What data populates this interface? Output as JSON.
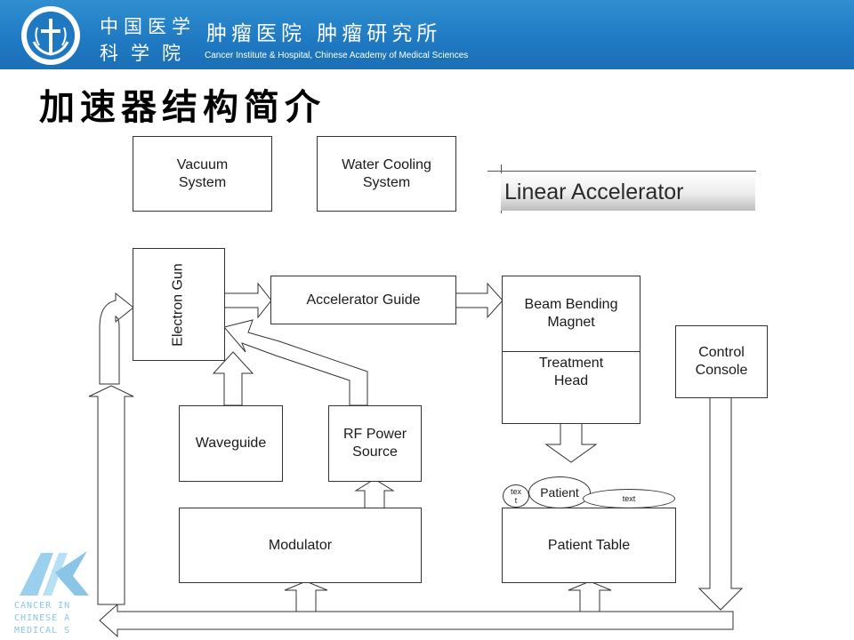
{
  "header": {
    "org_cn_line1": "中国医学",
    "org_cn_line2": "科学院",
    "hospital_cn": "肿瘤医院  肿瘤研究所",
    "hospital_en": "Cancer Institute & Hospital, Chinese Academy of Medical Sciences"
  },
  "slide": {
    "title": "加速器结构简介"
  },
  "diagram": {
    "legend_label": "Linear Accelerator",
    "boxes": {
      "vacuum": "Vacuum\nSystem",
      "water_cooling": "Water Cooling\nSystem",
      "electron_gun": "Electron Gun",
      "accelerator_guide": "Accelerator Guide",
      "beam_bending_magnet": "Beam Bending\nMagnet",
      "treatment_head": "Treatment\nHead",
      "control_console": "Control\nConsole",
      "waveguide": "Waveguide",
      "rf_power_source": "RF Power\nSource",
      "modulator": "Modulator",
      "patient_table": "Patient Table"
    },
    "ellipses": {
      "small_text": "tex\nt",
      "patient": "Patient",
      "wide_text": "text"
    }
  },
  "watermark": {
    "line1": "CANCER IN",
    "line2": "CHINESE A",
    "line3": "MEDICAL S"
  },
  "colors": {
    "banner": "#1f79c2",
    "watermark": "#8ac5e8"
  }
}
